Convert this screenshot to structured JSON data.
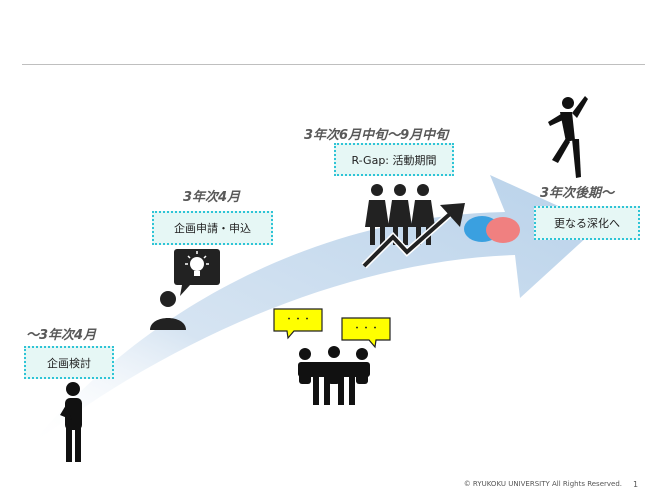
{
  "stages": [
    {
      "period": "〜3年次4月",
      "label": "企画検討"
    },
    {
      "period": "3年次4月",
      "label": "企画申請・申込"
    },
    {
      "period": "3年次6月中旬〜9月中旬",
      "label": "R-Gap: 活動期間"
    },
    {
      "period": "3年次後期〜",
      "label": "更なる深化へ"
    }
  ],
  "speech_text": "・・・",
  "footer": {
    "copyright": "© RYUKOKU UNIVERSITY  All Rights Reserved.",
    "page": "1"
  },
  "colors": {
    "arrow": "#c5d9ec",
    "label_bg": "#e6f7f5",
    "label_border": "#2ec4d6",
    "speech": "#ffff00",
    "accent_blue": "#3aa0e0",
    "accent_red": "#f08080"
  }
}
